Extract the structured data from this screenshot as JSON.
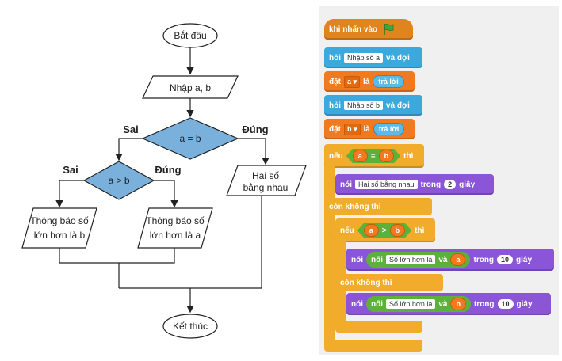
{
  "flowchart": {
    "start": "Bắt đầu",
    "input": "Nhập a, b",
    "cond1": "a = b",
    "cond1_false": "Sai",
    "cond1_true": "Đúng",
    "equal_line1": "Hai số",
    "equal_line2": "bằng nhau",
    "cond2": "a > b",
    "cond2_false": "Sai",
    "cond2_true": "Đúng",
    "b_larger_line1": "Thông báo số",
    "b_larger_line2": "lớn hơn là b",
    "a_larger_line1": "Thông báo số",
    "a_larger_line2": "lớn hơn là a",
    "end": "Kết thúc"
  },
  "scratch": {
    "when_flag": "khi nhấn vào",
    "ask1_prefix": "hỏi",
    "ask1_input": "Nhập số a",
    "ask1_suffix": "và đợi",
    "set1_prefix": "đặt",
    "set1_var": "a",
    "set1_mid": "là",
    "set1_value": "trả lời",
    "ask2_prefix": "hỏi",
    "ask2_input": "Nhập số b",
    "ask2_suffix": "và đợi",
    "set2_prefix": "đặt",
    "set2_var": "b",
    "set2_mid": "là",
    "set2_value": "trả lời",
    "if1_label": "nếu",
    "if1_left": "a",
    "if1_op": "=",
    "if1_right": "b",
    "if1_then": "thì",
    "say1_prefix": "nói",
    "say1_text": "Hai số bằng nhau",
    "say1_for": "trong",
    "say1_secs": "2",
    "say1_unit": "giây",
    "else1_label": "còn không thì",
    "if2_label": "nếu",
    "if2_left": "a",
    "if2_op": ">",
    "if2_right": "b",
    "if2_then": "thì",
    "say2_prefix": "nói",
    "say2_join": "nối",
    "say2_text": "Số lớn hơn là",
    "say2_and": "và",
    "say2_var": "a",
    "say2_for": "trong",
    "say2_secs": "10",
    "say2_unit": "giây",
    "else2_label": "còn không thì",
    "say3_prefix": "nói",
    "say3_join": "nối",
    "say3_text": "Số lớn hơn là",
    "say3_and": "và",
    "say3_var": "b",
    "say3_for": "trong",
    "say3_secs": "10",
    "say3_unit": "giây"
  },
  "colors": {
    "diamond_fill": "#7ab0dc",
    "event": "#e0841e",
    "sensing": "#3ba8de",
    "data": "#f27a1e",
    "looks": "#8a55d7",
    "control": "#f0ac2a",
    "operators": "#5cb13b",
    "flag": "#3aa83a"
  }
}
